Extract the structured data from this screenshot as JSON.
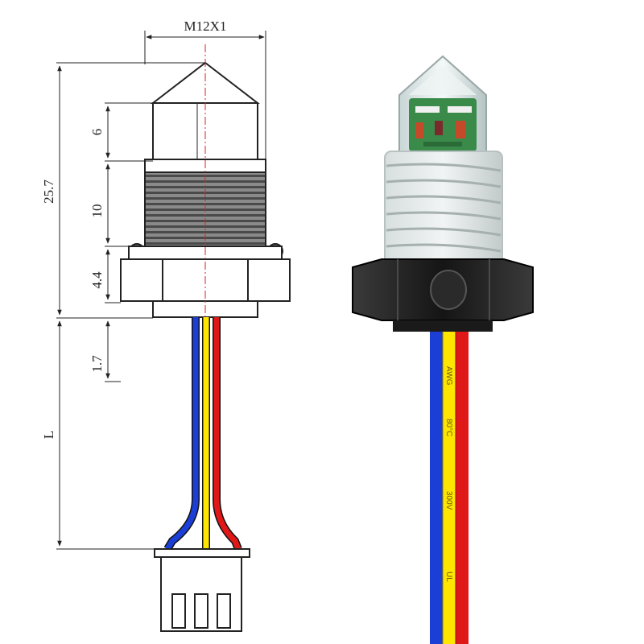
{
  "drawing": {
    "thread_label": "M12X1",
    "overall_height_label": "25.7",
    "tip_height_label": "6",
    "thread_length_label": "10",
    "hex_height_label": "4.4",
    "base_height_label": "1.7",
    "cable_length_label": "L"
  },
  "wire_colors": {
    "blue": "#1b3fd6",
    "yellow": "#ffe600",
    "red": "#e01818"
  },
  "photo": {
    "cable_print": [
      "AWG",
      "80°C",
      "300V",
      "UL"
    ]
  }
}
